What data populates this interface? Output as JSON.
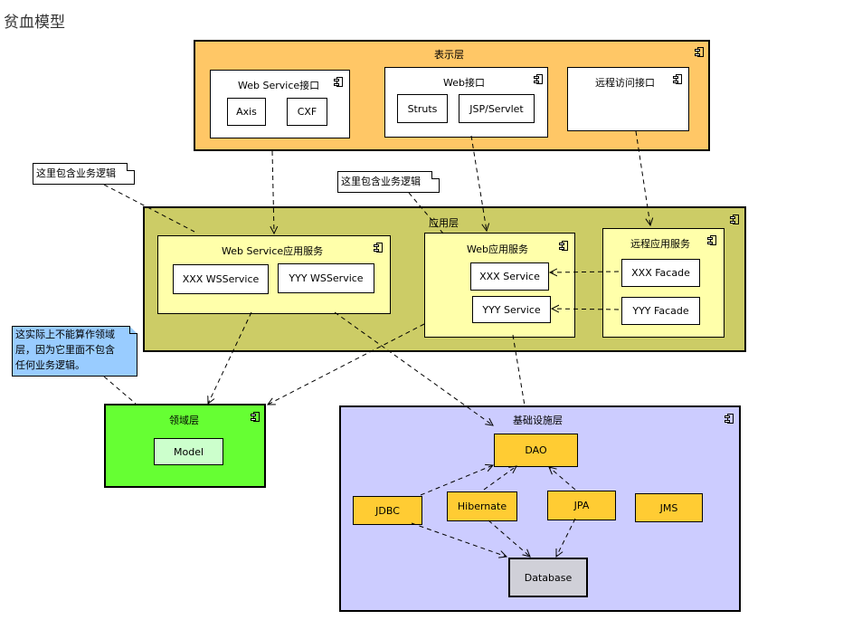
{
  "title": "贫血模型",
  "colors": {
    "presentation": "#ffc766",
    "application": "#cccc66",
    "app_service": "#ffffaa",
    "domain": "#66ff33",
    "infrastructure": "#ccccff",
    "component": "#ffcc33",
    "note_blue": "#99ccff",
    "database": "#d0d0d8"
  },
  "presentation": {
    "label": "表示层",
    "ws": {
      "label": "Web Service接口",
      "items": [
        "Axis",
        "CXF"
      ]
    },
    "web": {
      "label": "Web接口",
      "items": [
        "Struts",
        "JSP/Servlet"
      ]
    },
    "remote": {
      "label": "远程访问接口"
    }
  },
  "application": {
    "label": "应用层",
    "ws": {
      "label": "Web Service应用服务",
      "items": [
        "XXX WSService",
        "YYY WSService"
      ]
    },
    "web": {
      "label": "Web应用服务",
      "items": [
        "XXX Service",
        "YYY Service"
      ]
    },
    "remote": {
      "label": "远程应用服务",
      "items": [
        "XXX Facade",
        "YYY Facade"
      ]
    }
  },
  "domain": {
    "label": "领域层",
    "model": "Model"
  },
  "infrastructure": {
    "label": "基础设施层",
    "dao": "DAO",
    "jdbc": "JDBC",
    "hibernate": "Hibernate",
    "jpa": "JPA",
    "jms": "JMS",
    "database": "Database"
  },
  "notes": {
    "note1": "这里包含业务逻辑",
    "note2": "这里包含业务逻辑",
    "note3_line1": "这实际上不能算作领域",
    "note3_line2": "层，因为它里面不包含",
    "note3_line3": "任何业务逻辑。"
  }
}
